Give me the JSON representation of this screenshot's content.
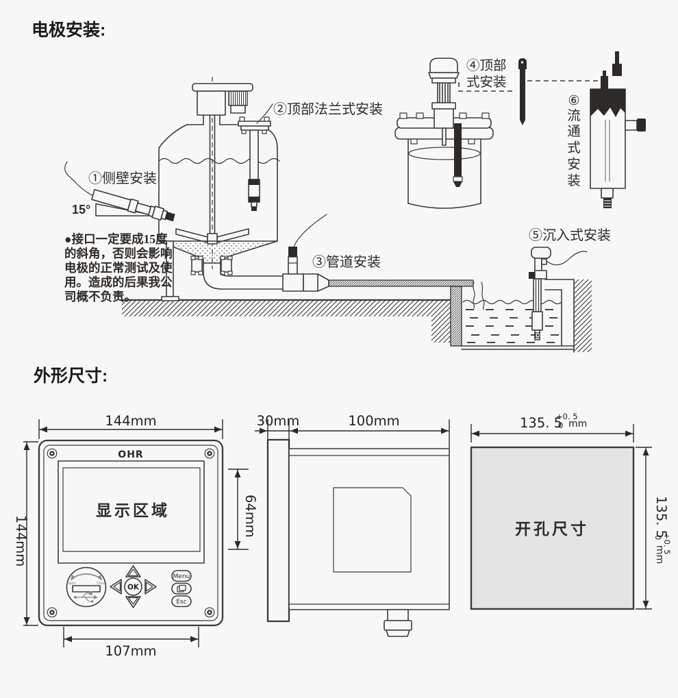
{
  "colors": {
    "line": "#3a3a3a",
    "background": "#f7f7f7",
    "cutout_fill": "#e4e4e4",
    "dark_fill": "#2e2a28"
  },
  "install": {
    "title": "电极安装:",
    "label_side_wall": "①侧壁安装",
    "label_top_flange": "②顶部法兰式安装",
    "label_pipe": "③管道安装",
    "label_top_mount_1": "④顶部",
    "label_top_mount_2": "式安装",
    "label_submersible": "⑤沉入式安装",
    "label_flow": [
      "⑥",
      "流",
      "通",
      "式",
      "安",
      "装"
    ],
    "angle": "15°",
    "warning": [
      "●接口一定要成15度",
      "的斜角，否则会影响",
      "电极的正常测试及使",
      "用。造成的后果我公",
      "司概不负责。"
    ]
  },
  "dims": {
    "title": "外形尺寸:",
    "front": {
      "brand": "OHR",
      "display_label": "显示区域",
      "width_top": "144mm",
      "height_left": "144mm",
      "display_height": "64mm",
      "width_bottom": "107mm",
      "btn_menu": "Menu",
      "btn_ok": "OK",
      "btn_esc": "Esc",
      "usb_open": "Open",
      "usb_close": "Close"
    },
    "side": {
      "bezel": "30mm",
      "depth": "100mm"
    },
    "cutout": {
      "label": "开孔尺寸",
      "width_value": "135. 5",
      "tol_plus": "+0. 5",
      "tol_minus": "0",
      "unit": "mm",
      "height_value": "135. 5"
    }
  }
}
